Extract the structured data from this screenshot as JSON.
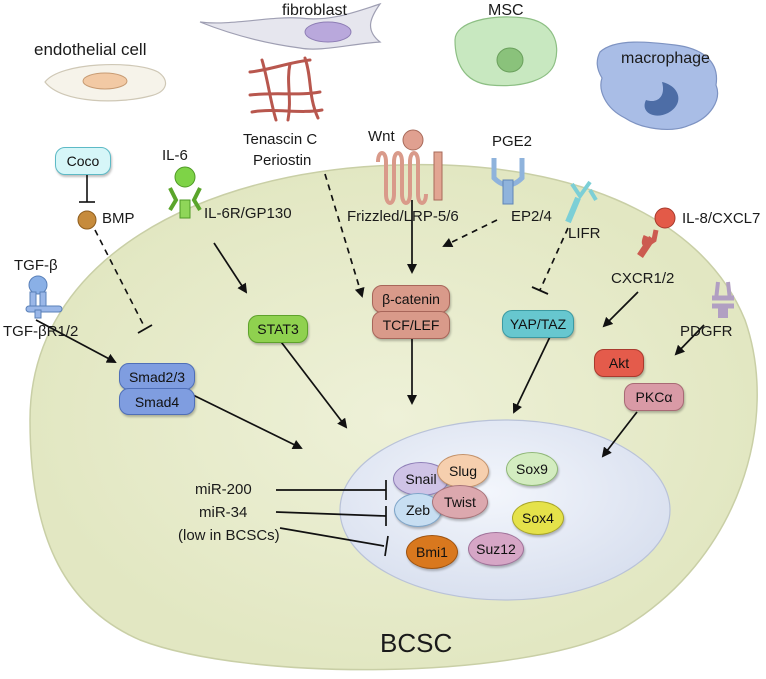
{
  "cells": {
    "endothelial": "endothelial cell",
    "fibroblast": "fibroblast",
    "msc": "MSC",
    "macrophage": "macrophage",
    "bcsc": "BCSC"
  },
  "ecm": {
    "line1": "Tenascin C",
    "line2": "Periostin"
  },
  "ligands": {
    "coco": "Coco",
    "bmp": "BMP",
    "il6": "IL-6",
    "tgfb": "TGF-β",
    "wnt": "Wnt",
    "pge2": "PGE2",
    "il8": "IL-8/CXCL7"
  },
  "receptors": {
    "il6r": "IL-6R/GP130",
    "tgfbr": "TGF-βR1/2",
    "frizzled": "Frizzled/LRP-5/6",
    "ep": "EP2/4",
    "lifr": "LIFR",
    "cxcr": "CXCR1/2",
    "pdgfr": "PDGFR"
  },
  "effectors": {
    "stat3": "STAT3",
    "bcatenin": "β-catenin",
    "tcflef": "TCF/LEF",
    "yaptaz": "YAP/TAZ",
    "akt": "Akt",
    "pkca": "PKCα",
    "smad23": "Smad2/3",
    "smad4": "Smad4"
  },
  "mirna": {
    "mir200": "miR-200",
    "mir34": "miR-34",
    "note": "(low in BCSCs)"
  },
  "tfs": {
    "snail": "Snail",
    "slug": "Slug",
    "sox9": "Sox9",
    "zeb": "Zeb",
    "twist": "Twist",
    "sox4": "Sox4",
    "bmi1": "Bmi1",
    "suz12": "Suz12"
  },
  "colors": {
    "cell_fill": "#ecefd6",
    "nucleus_fill": "#e8ecf6",
    "stat3": "#8fd14f",
    "beta_catenin": "#d99a8a",
    "yap_taz": "#67c7cf",
    "akt": "#e45b4b",
    "pkca": "#d99aa6",
    "smad": "#7f9de0"
  }
}
